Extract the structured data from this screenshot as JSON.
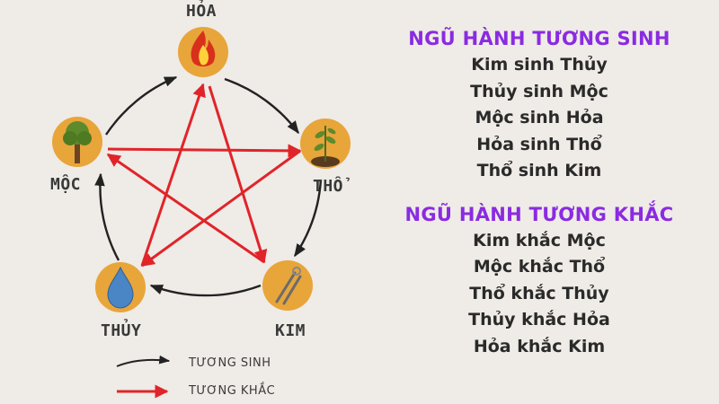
{
  "colors": {
    "background": "#efebe6",
    "circle_fill": "#e8a53a",
    "sinh_arrow": "#222222",
    "khac_arrow": "#e0242a",
    "heading": "#8a2be2"
  },
  "elements": [
    {
      "key": "hoa",
      "label": "HỎA",
      "icon": "fire-icon"
    },
    {
      "key": "tho",
      "label": "THỔ",
      "icon": "plant-icon"
    },
    {
      "key": "kim",
      "label": "KIM",
      "icon": "tools-icon"
    },
    {
      "key": "thuy",
      "label": "THỦY",
      "icon": "water-drop-icon"
    },
    {
      "key": "moc",
      "label": "MỘC",
      "icon": "tree-icon"
    }
  ],
  "cycles": {
    "sinh": [
      [
        "hoa",
        "tho"
      ],
      [
        "tho",
        "kim"
      ],
      [
        "kim",
        "thuy"
      ],
      [
        "thuy",
        "moc"
      ],
      [
        "moc",
        "hoa"
      ]
    ],
    "khac": [
      [
        "hoa",
        "kim"
      ],
      [
        "kim",
        "moc"
      ],
      [
        "moc",
        "tho"
      ],
      [
        "tho",
        "thuy"
      ],
      [
        "thuy",
        "hoa"
      ]
    ]
  },
  "legend": {
    "sinh_label": "TƯƠNG SINH",
    "khac_label": "TƯƠNG KHẮC"
  },
  "rules": {
    "sinh_title": "NGŨ HÀNH TƯƠNG SINH",
    "sinh_items": [
      "Kim sinh Thủy",
      "Thủy sinh Mộc",
      "Mộc sinh Hỏa",
      "Hỏa sinh Thổ",
      "Thổ sinh Kim"
    ],
    "khac_title": "NGŨ HÀNH TƯƠNG KHẮC",
    "khac_items": [
      "Kim khắc Mộc",
      "Mộc khắc Thổ",
      "Thổ khắc Thủy",
      "Thủy khắc Hỏa",
      "Hỏa khắc Kim"
    ]
  }
}
